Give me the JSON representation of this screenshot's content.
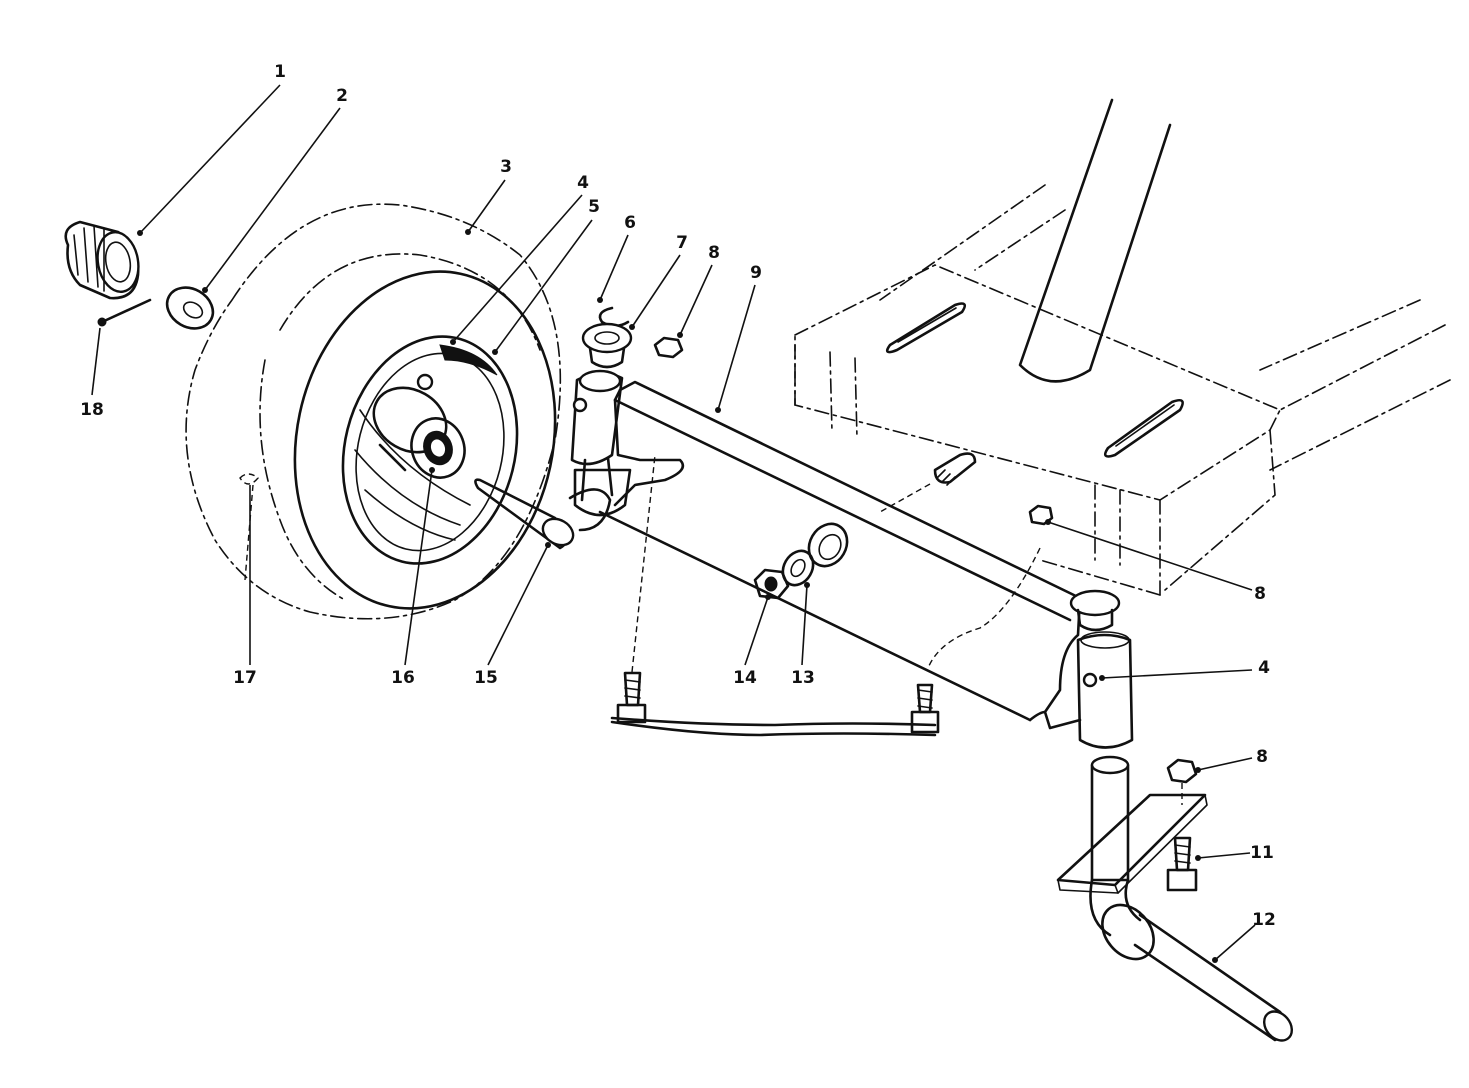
{
  "callouts": {
    "c1": "1",
    "c2": "2",
    "c3": "3",
    "c4a": "4",
    "c5": "5",
    "c6": "6",
    "c7": "7",
    "c8a": "8",
    "c9": "9",
    "c18": "18",
    "c17": "17",
    "c16": "16",
    "c15": "15",
    "c14": "14",
    "c13": "13",
    "c8b": "8",
    "c4b": "4",
    "c8c": "8",
    "c11": "11",
    "c12": "12"
  }
}
